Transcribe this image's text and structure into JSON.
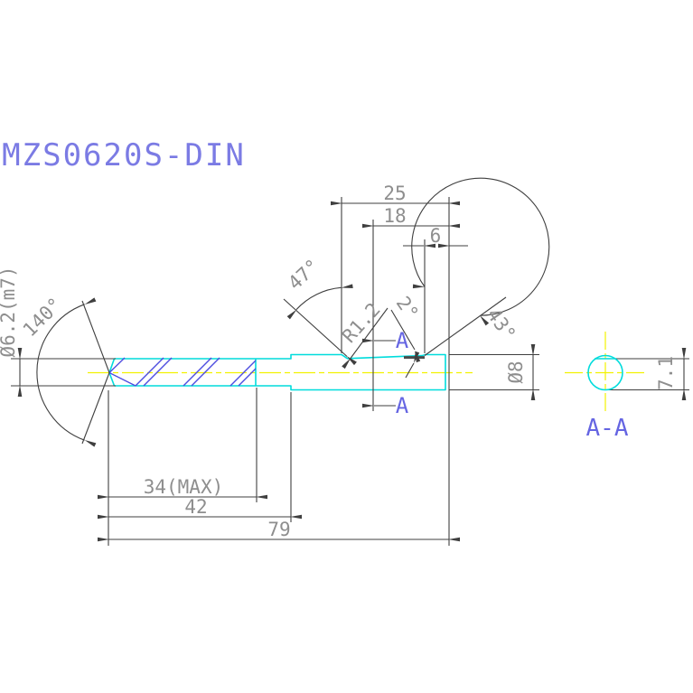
{
  "title": "MZS0620S-DIN",
  "colors": {
    "outline": "#00dcdc",
    "flute": "#4d4de0",
    "centerline": "#f2f200",
    "dimension_lines": "#3f3f3f",
    "dimension_text": "#8e8e8e",
    "label_blue": "#6565e2"
  },
  "dimensions": {
    "shank_clamp_length": "25",
    "flat_length": "18",
    "flat_end_offset": "6",
    "point_angle": "140°",
    "notch_angle": "47°",
    "notch_radius": "R1.2",
    "flat_incline_angle": "2°",
    "ramp_angle": "43°",
    "cutting_diameter": "Ø6.2(m7)",
    "shank_diameter": "Ø8",
    "flat_height": "7.1",
    "flute_length_max": "34(MAX)",
    "body_length": "42",
    "overall_length": "79"
  },
  "section": {
    "cut_label_top": "A",
    "cut_label_bottom": "A",
    "view_label": "A-A"
  }
}
